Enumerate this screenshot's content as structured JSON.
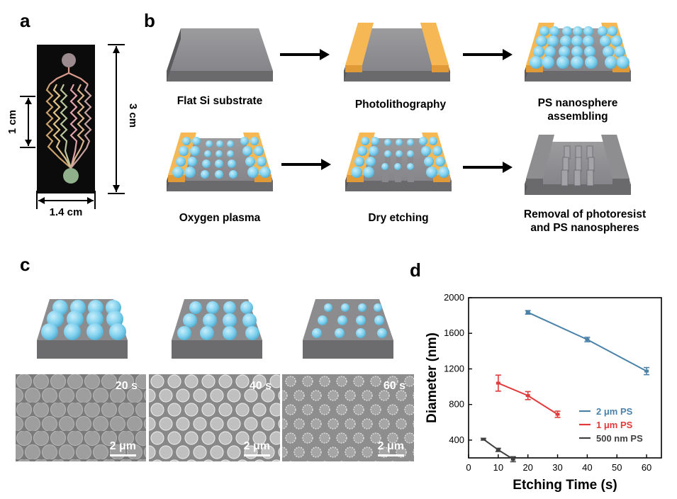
{
  "panels": {
    "a": "a",
    "b": "b",
    "c": "c",
    "d": "d"
  },
  "panel_a": {
    "height_label": "3 cm",
    "width_label": "1.4 cm",
    "inner_label": "1 cm"
  },
  "panel_b": {
    "steps": [
      {
        "label": "Flat Si substrate"
      },
      {
        "label": "Photolithography"
      },
      {
        "label_line1": "PS nanosphere",
        "label_line2": "assembling"
      },
      {
        "label": "Oxygen  plasma"
      },
      {
        "label": "Dry etching"
      },
      {
        "label_line1": "Removal of photoresist",
        "label_line2": "and  PS nanospheres"
      }
    ]
  },
  "panel_c": {
    "sem": [
      {
        "time": "20 s",
        "scale": "2 μm"
      },
      {
        "time": "40 s",
        "scale": "2 μm"
      },
      {
        "time": "60 s",
        "scale": "2 μm"
      }
    ]
  },
  "colors": {
    "substrate": "#8a8a8c",
    "photoresist": "#f5b24a",
    "sphere": "#7fd0ee",
    "series_2um": "#4a82a8",
    "series_1um": "#e23a3a",
    "series_500nm": "#404040"
  },
  "chart_data": {
    "type": "line",
    "xlabel": "Etching Time (s)",
    "ylabel": "Diameter (nm)",
    "xlim": [
      0,
      65
    ],
    "ylim": [
      200,
      2000
    ],
    "xticks": [
      0,
      10,
      20,
      30,
      40,
      50,
      60
    ],
    "yticks": [
      400,
      800,
      1200,
      1600,
      2000
    ],
    "legend_position": "bottom-right",
    "series": [
      {
        "name": "2 μm PS",
        "color": "#4a82a8",
        "x": [
          20,
          40,
          60
        ],
        "y": [
          1835,
          1530,
          1175
        ],
        "err": [
          20,
          25,
          40
        ]
      },
      {
        "name": "1 μm PS",
        "color": "#e23a3a",
        "x": [
          10,
          20,
          30
        ],
        "y": [
          1040,
          900,
          690
        ],
        "err": [
          90,
          45,
          35
        ]
      },
      {
        "name": "500 nm PS",
        "color": "#404040",
        "x": [
          5,
          10,
          15
        ],
        "y": [
          410,
          290,
          185
        ],
        "err": [
          10,
          18,
          28
        ]
      }
    ]
  }
}
